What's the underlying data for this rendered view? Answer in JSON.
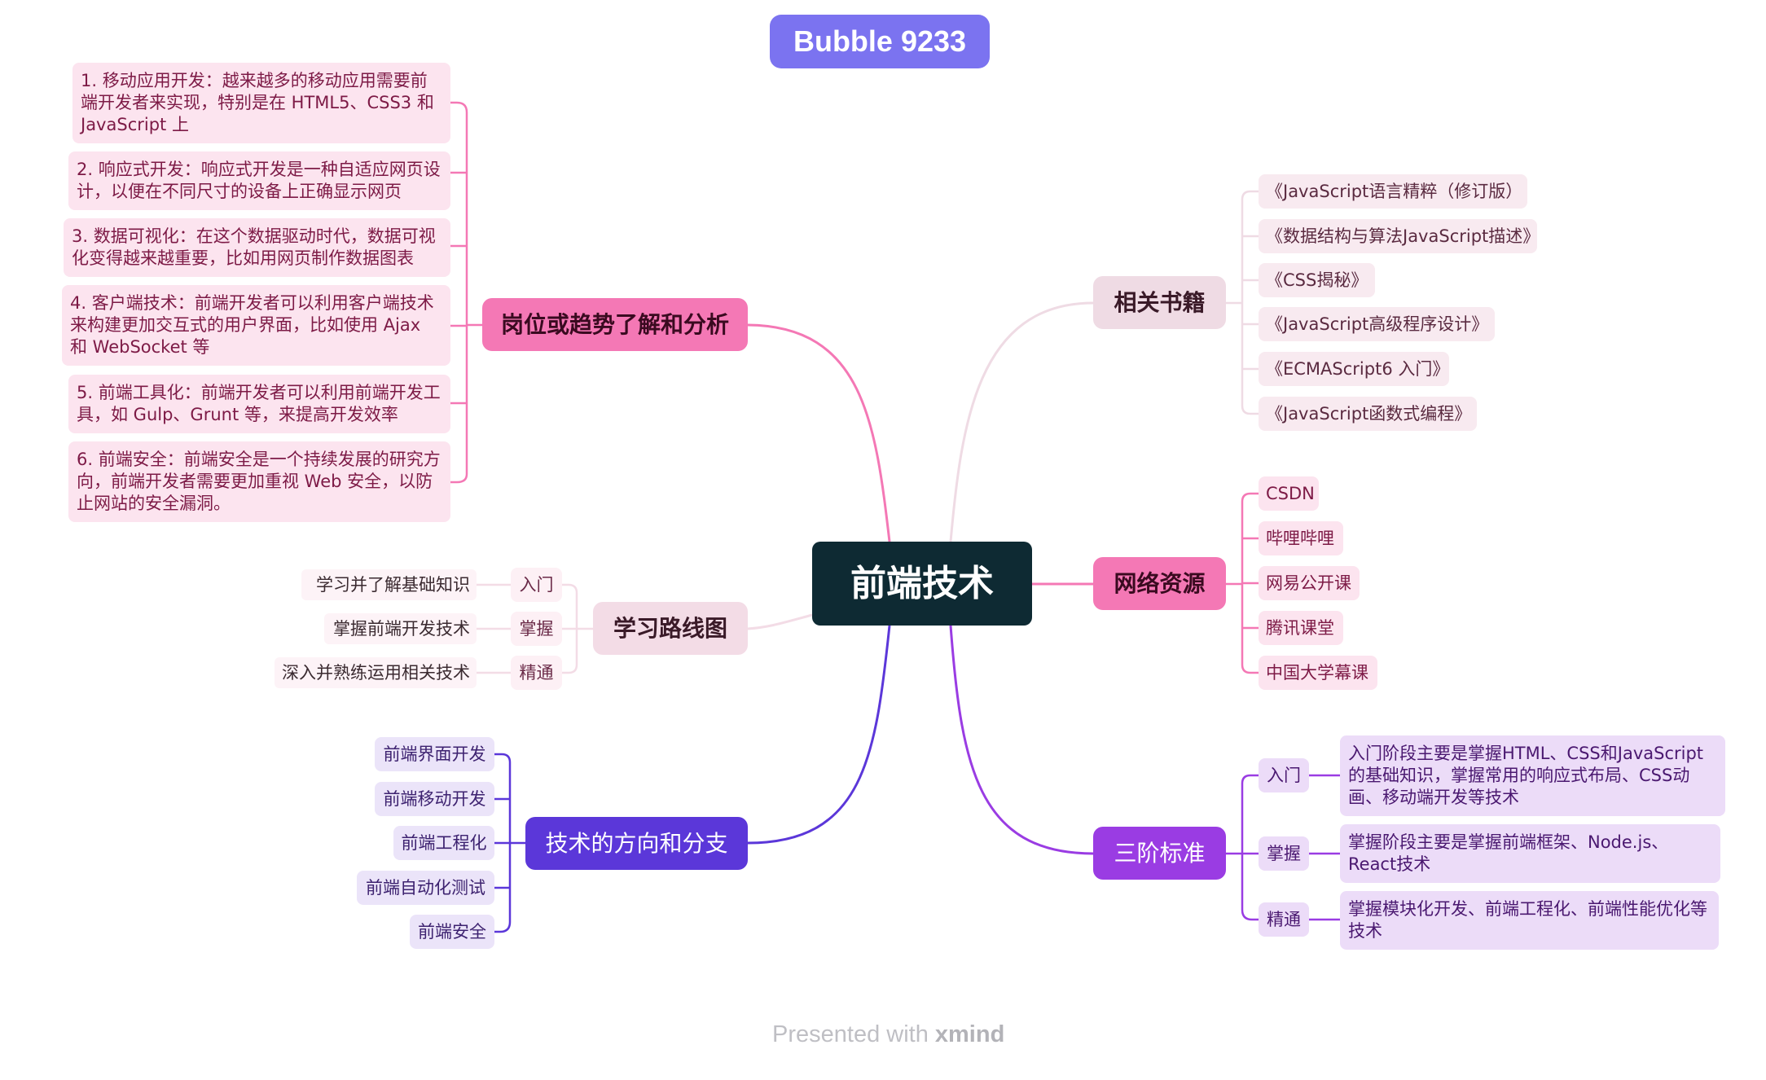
{
  "header": {
    "title": "Bubble 9233"
  },
  "center": {
    "label": "前端技术"
  },
  "branches": {
    "career": {
      "label": "岗位或趋势了解和分析",
      "items": [
        "1. 移动应用开发：越来越多的移动应用需要前端开发者来实现，特别是在 HTML5、CSS3 和 JavaScript 上",
        "2. 响应式开发：响应式开发是一种自适应网页设计，以便在不同尺寸的设备上正确显示网页",
        "3. 数据可视化：在这个数据驱动时代，数据可视化变得越来越重要，比如用网页制作数据图表",
        "4. 客户端技术：前端开发者可以利用客户端技术来构建更加交互式的用户界面，比如使用 Ajax 和 WebSocket 等",
        "5. 前端工具化：前端开发者可以利用前端开发工具，如 Gulp、Grunt 等，来提高开发效率",
        "6. 前端安全：前端安全是一个持续发展的研究方向，前端开发者需要更加重视 Web 安全，以防止网站的安全漏洞。"
      ]
    },
    "roadmap": {
      "label": "学习路线图",
      "stages": [
        {
          "level": "入门",
          "detail": "学习并了解基础知识"
        },
        {
          "level": "掌握",
          "detail": "掌握前端开发技术"
        },
        {
          "level": "精通",
          "detail": "深入并熟练运用相关技术"
        }
      ]
    },
    "directions": {
      "label": "技术的方向和分支",
      "items": [
        "前端界面开发",
        "前端移动开发",
        "前端工程化",
        "前端自动化测试",
        "前端安全"
      ]
    },
    "books": {
      "label": "相关书籍",
      "items": [
        "《JavaScript语言精粹（修订版）",
        "《数据结构与算法JavaScript描述》",
        "《CSS揭秘》",
        "《JavaScript高级程序设计》",
        "《ECMAScript6 入门》",
        "《JavaScript函数式编程》"
      ]
    },
    "resources": {
      "label": "网络资源",
      "items": [
        "CSDN",
        "哔哩哔哩",
        "网易公开课",
        "腾讯课堂",
        "中国大学幕课"
      ]
    },
    "standards": {
      "label": "三阶标准",
      "stages": [
        {
          "level": "入门",
          "detail": "入门阶段主要是掌握HTML、CSS和JavaScript的基础知识，掌握常用的响应式布局、CSS动画、移动端开发等技术"
        },
        {
          "level": "掌握",
          "detail": "掌握阶段主要是掌握前端框架、Node.js、React技术"
        },
        {
          "level": "精通",
          "detail": "掌握模块化开发、前端工程化、前端性能优化等技术"
        }
      ]
    }
  },
  "footer": {
    "presented": "Presented with",
    "brand": "xmind"
  },
  "colors": {
    "title_bg": "#7b73f0",
    "center_bg": "#0e2a33",
    "career_main": "#f478b5",
    "roadmap_main": "#f3dce6",
    "directions_main": "#5b37d9",
    "books_main": "#efdbe4",
    "resources_main": "#f478b5",
    "standards_main": "#9a3ce3"
  }
}
